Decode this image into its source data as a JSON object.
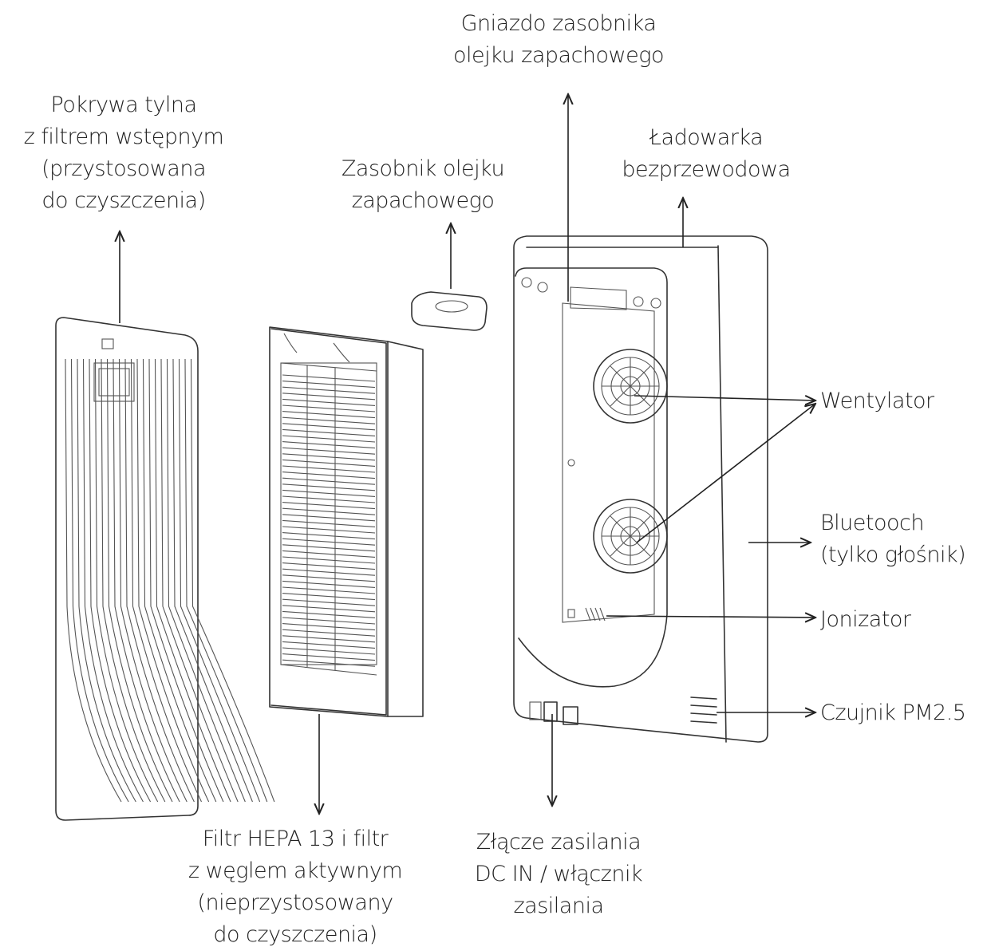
{
  "labels": {
    "socket": [
      "Gniazdo zasobnika",
      "olejku zapachowego"
    ],
    "back_cover": [
      "Pokrywa tylna",
      "z filtrem wstępnym",
      "(przystosowana",
      "do czyszczenia)"
    ],
    "oil_tank": [
      "Zasobnik olejku",
      "zapachowego"
    ],
    "wireless_charger": [
      "Ładowarka",
      "bezprzewodowa"
    ],
    "fan": "Wentylator",
    "bluetooth": [
      "Bluetooch",
      "(tylko głośnik)"
    ],
    "ionizer": "Jonizator",
    "pm_sensor": "Czujnik PM2.5",
    "hepa_filter": [
      "Filtr HEPA 13 i filtr",
      "z węglem aktywnym",
      "(nieprzystosowany",
      "do czyszczenia)"
    ],
    "power": [
      "Złącze zasilania",
      "DC IN / włącznik",
      "zasilania"
    ]
  },
  "colors": {
    "line": "#333333",
    "text": "#222222",
    "background": "#ffffff"
  }
}
